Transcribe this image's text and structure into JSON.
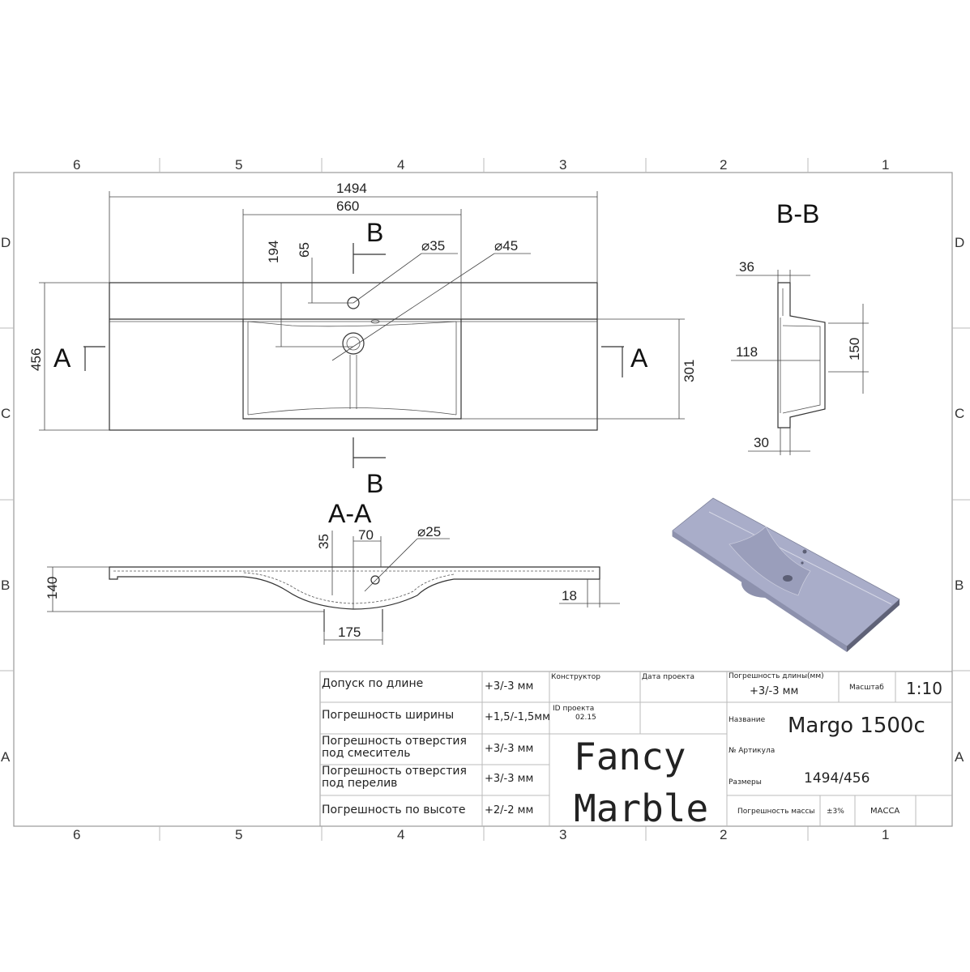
{
  "zones": {
    "columns": [
      "6",
      "5",
      "4",
      "3",
      "2",
      "1"
    ],
    "rows": [
      "D",
      "C",
      "B",
      "A"
    ]
  },
  "plan_view": {
    "dims": {
      "overall_length": "1494",
      "bowl_length": "660",
      "drain_offset": "194",
      "tap_offset": "65",
      "overall_width": "456",
      "bowl_width": "301",
      "tap_hole": "⌀35",
      "drain_hole": "⌀45"
    },
    "section_a_label": "A",
    "section_b_label": "B"
  },
  "section_aa": {
    "title": "A-A",
    "dims": {
      "height": "140",
      "depth_35": "35",
      "width_70": "70",
      "hole": "⌀25",
      "drain_175": "175",
      "edge_18": "18"
    }
  },
  "section_bb": {
    "title": "B-B",
    "dims": {
      "top_36": "36",
      "depth_118": "118",
      "height_150": "150",
      "bottom_30": "30"
    }
  },
  "title_block": {
    "tolerances": [
      {
        "label": "Допуск по длине",
        "value": "+3/-3 мм"
      },
      {
        "label": "Погрешность ширины",
        "value": "+1,5/-1,5мм"
      },
      {
        "label": "Погрешность отверстия под смеситель",
        "line1": "Погрешность отверстия",
        "line2": "под смеситель",
        "value": "+3/-3 мм"
      },
      {
        "label": "Погрешность отверстия под перелив",
        "line1": "Погрешность отверстия",
        "line2": "под перелив",
        "value": "+3/-3 мм"
      },
      {
        "label": "Погрешность по высоте",
        "value": "+2/-2 мм"
      }
    ],
    "designer_label": "Конструктор",
    "date_label": "Дата проекта",
    "project_id_label": "ID проекта",
    "project_id": "02.15",
    "brand_line1": "Fancy",
    "brand_line2": "Marble",
    "length_tol_label": "Погрешность длины(мм)",
    "length_tol_value": "+3/-3 мм",
    "scale_label": "Масштаб",
    "scale_value": "1:10",
    "name_label": "Название",
    "name_value": "Margo 1500c",
    "article_label": "№ Артикула",
    "size_label": "Размеры",
    "size_value": "1494/456",
    "mass_tol_label": "Погрешность массы",
    "mass_tol_value": "±3%",
    "mass_label": "МАССА"
  },
  "colors": {
    "render": "#a9adc9",
    "render_dark": "#7d8199"
  }
}
